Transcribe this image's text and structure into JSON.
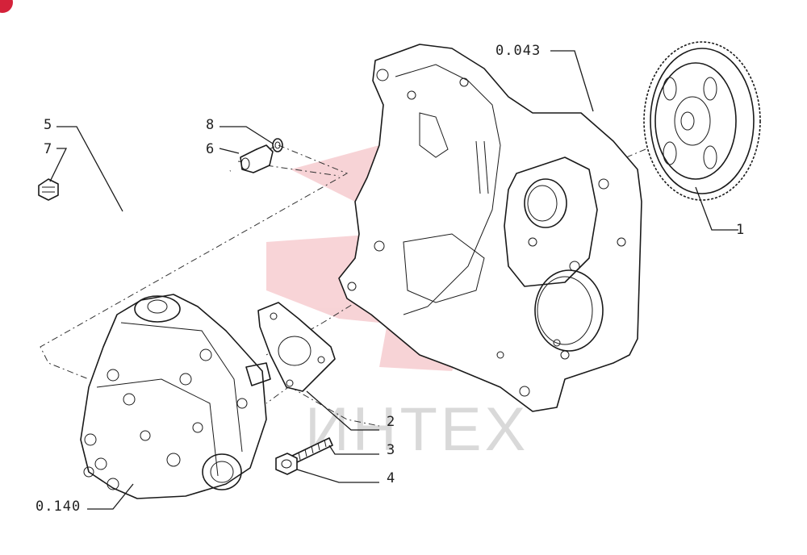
{
  "diagram": {
    "labels": {
      "cover": "0.043",
      "gear": "1",
      "gasket": "2",
      "bolt": "3",
      "nut": "4",
      "pipe": "5",
      "union": "6",
      "fitting": "7",
      "washer": "8",
      "pump": "0.140"
    },
    "watermark": {
      "text": "ИНТЕХ",
      "color": "#e0e0e0",
      "logo_color": "#f2b0b6"
    },
    "colors": {
      "line": "#1a1a1a",
      "badge": "#d4223a"
    }
  }
}
